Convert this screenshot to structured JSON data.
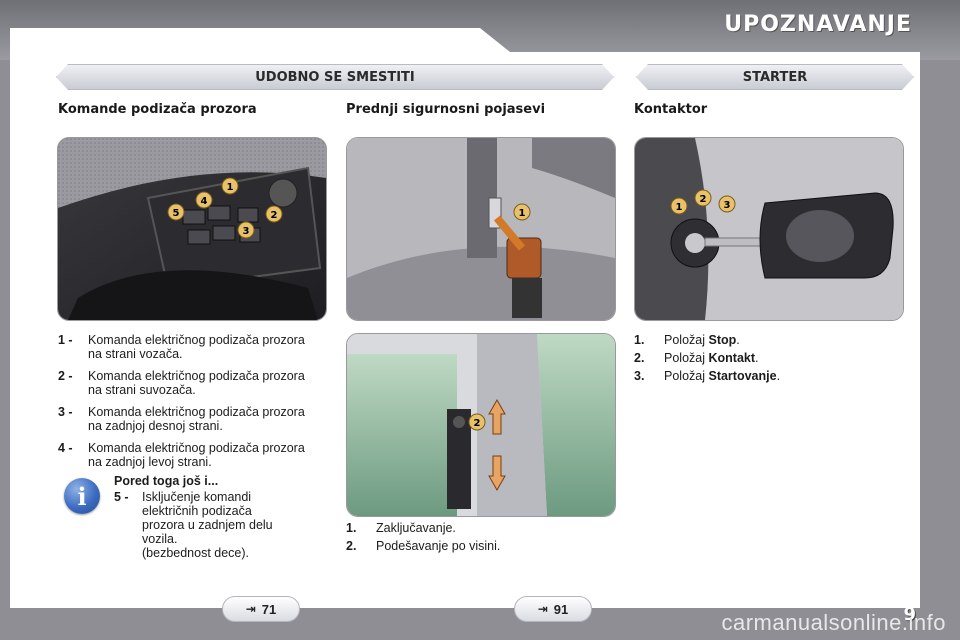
{
  "header": {
    "title": "UPOZNAVANJE"
  },
  "banners": {
    "left": "UDOBNO SE SMESTITI",
    "right": "STARTER"
  },
  "sections": {
    "windows_title": "Komande podizača prozora",
    "belts_title": "Prednji sigurnosni pojasevi",
    "ignition_title": "Kontaktor"
  },
  "windows_list": [
    {
      "num": "1 -",
      "text": "Komanda električnog podizača prozora na strani vozača."
    },
    {
      "num": "2 -",
      "text": "Komanda električnog podizača prozora na strani suvozača."
    },
    {
      "num": "3 -",
      "text": "Komanda električnog podizača prozora na zadnjoj desnoj strani."
    },
    {
      "num": "4 -",
      "text": "Komanda električnog podizača prozora na zadnjoj levoj strani."
    }
  ],
  "extra": {
    "title": "Pored toga još i...",
    "num": "5 -",
    "text_lines": [
      "Isključenje komandi",
      "električnih podizača",
      "prozora u zadnjem delu",
      "vozila.",
      "(bezbednost dece)."
    ]
  },
  "belts_list": [
    {
      "num": "1.",
      "text": "Zaključavanje."
    },
    {
      "num": "2.",
      "text": "Podešavanje po visini."
    }
  ],
  "ignition_list": [
    {
      "num": "1.",
      "prefix": "Položaj",
      "bold": "Stop",
      "suffix": "."
    },
    {
      "num": "2.",
      "prefix": "Položaj",
      "bold": "Kontakt",
      "suffix": "."
    },
    {
      "num": "3.",
      "prefix": "Položaj",
      "bold": "Startovanje",
      "suffix": "."
    }
  ],
  "refs": [
    {
      "label": "71"
    },
    {
      "label": "91"
    }
  ],
  "page_number": "9",
  "watermark": "carmanualsonline.info",
  "callouts": {
    "windows": [
      "1",
      "2",
      "3",
      "4",
      "5"
    ],
    "belt_top": [
      "1"
    ],
    "belt_bottom": [
      "2"
    ],
    "ignition": [
      "1",
      "2",
      "3"
    ]
  },
  "icons": {
    "info": "info-icon",
    "ref_arrow": "double-arrow-right-icon"
  },
  "colors": {
    "background": "#8e8e94",
    "banner": "#d8dbe1",
    "callout": "#e8c26a"
  }
}
